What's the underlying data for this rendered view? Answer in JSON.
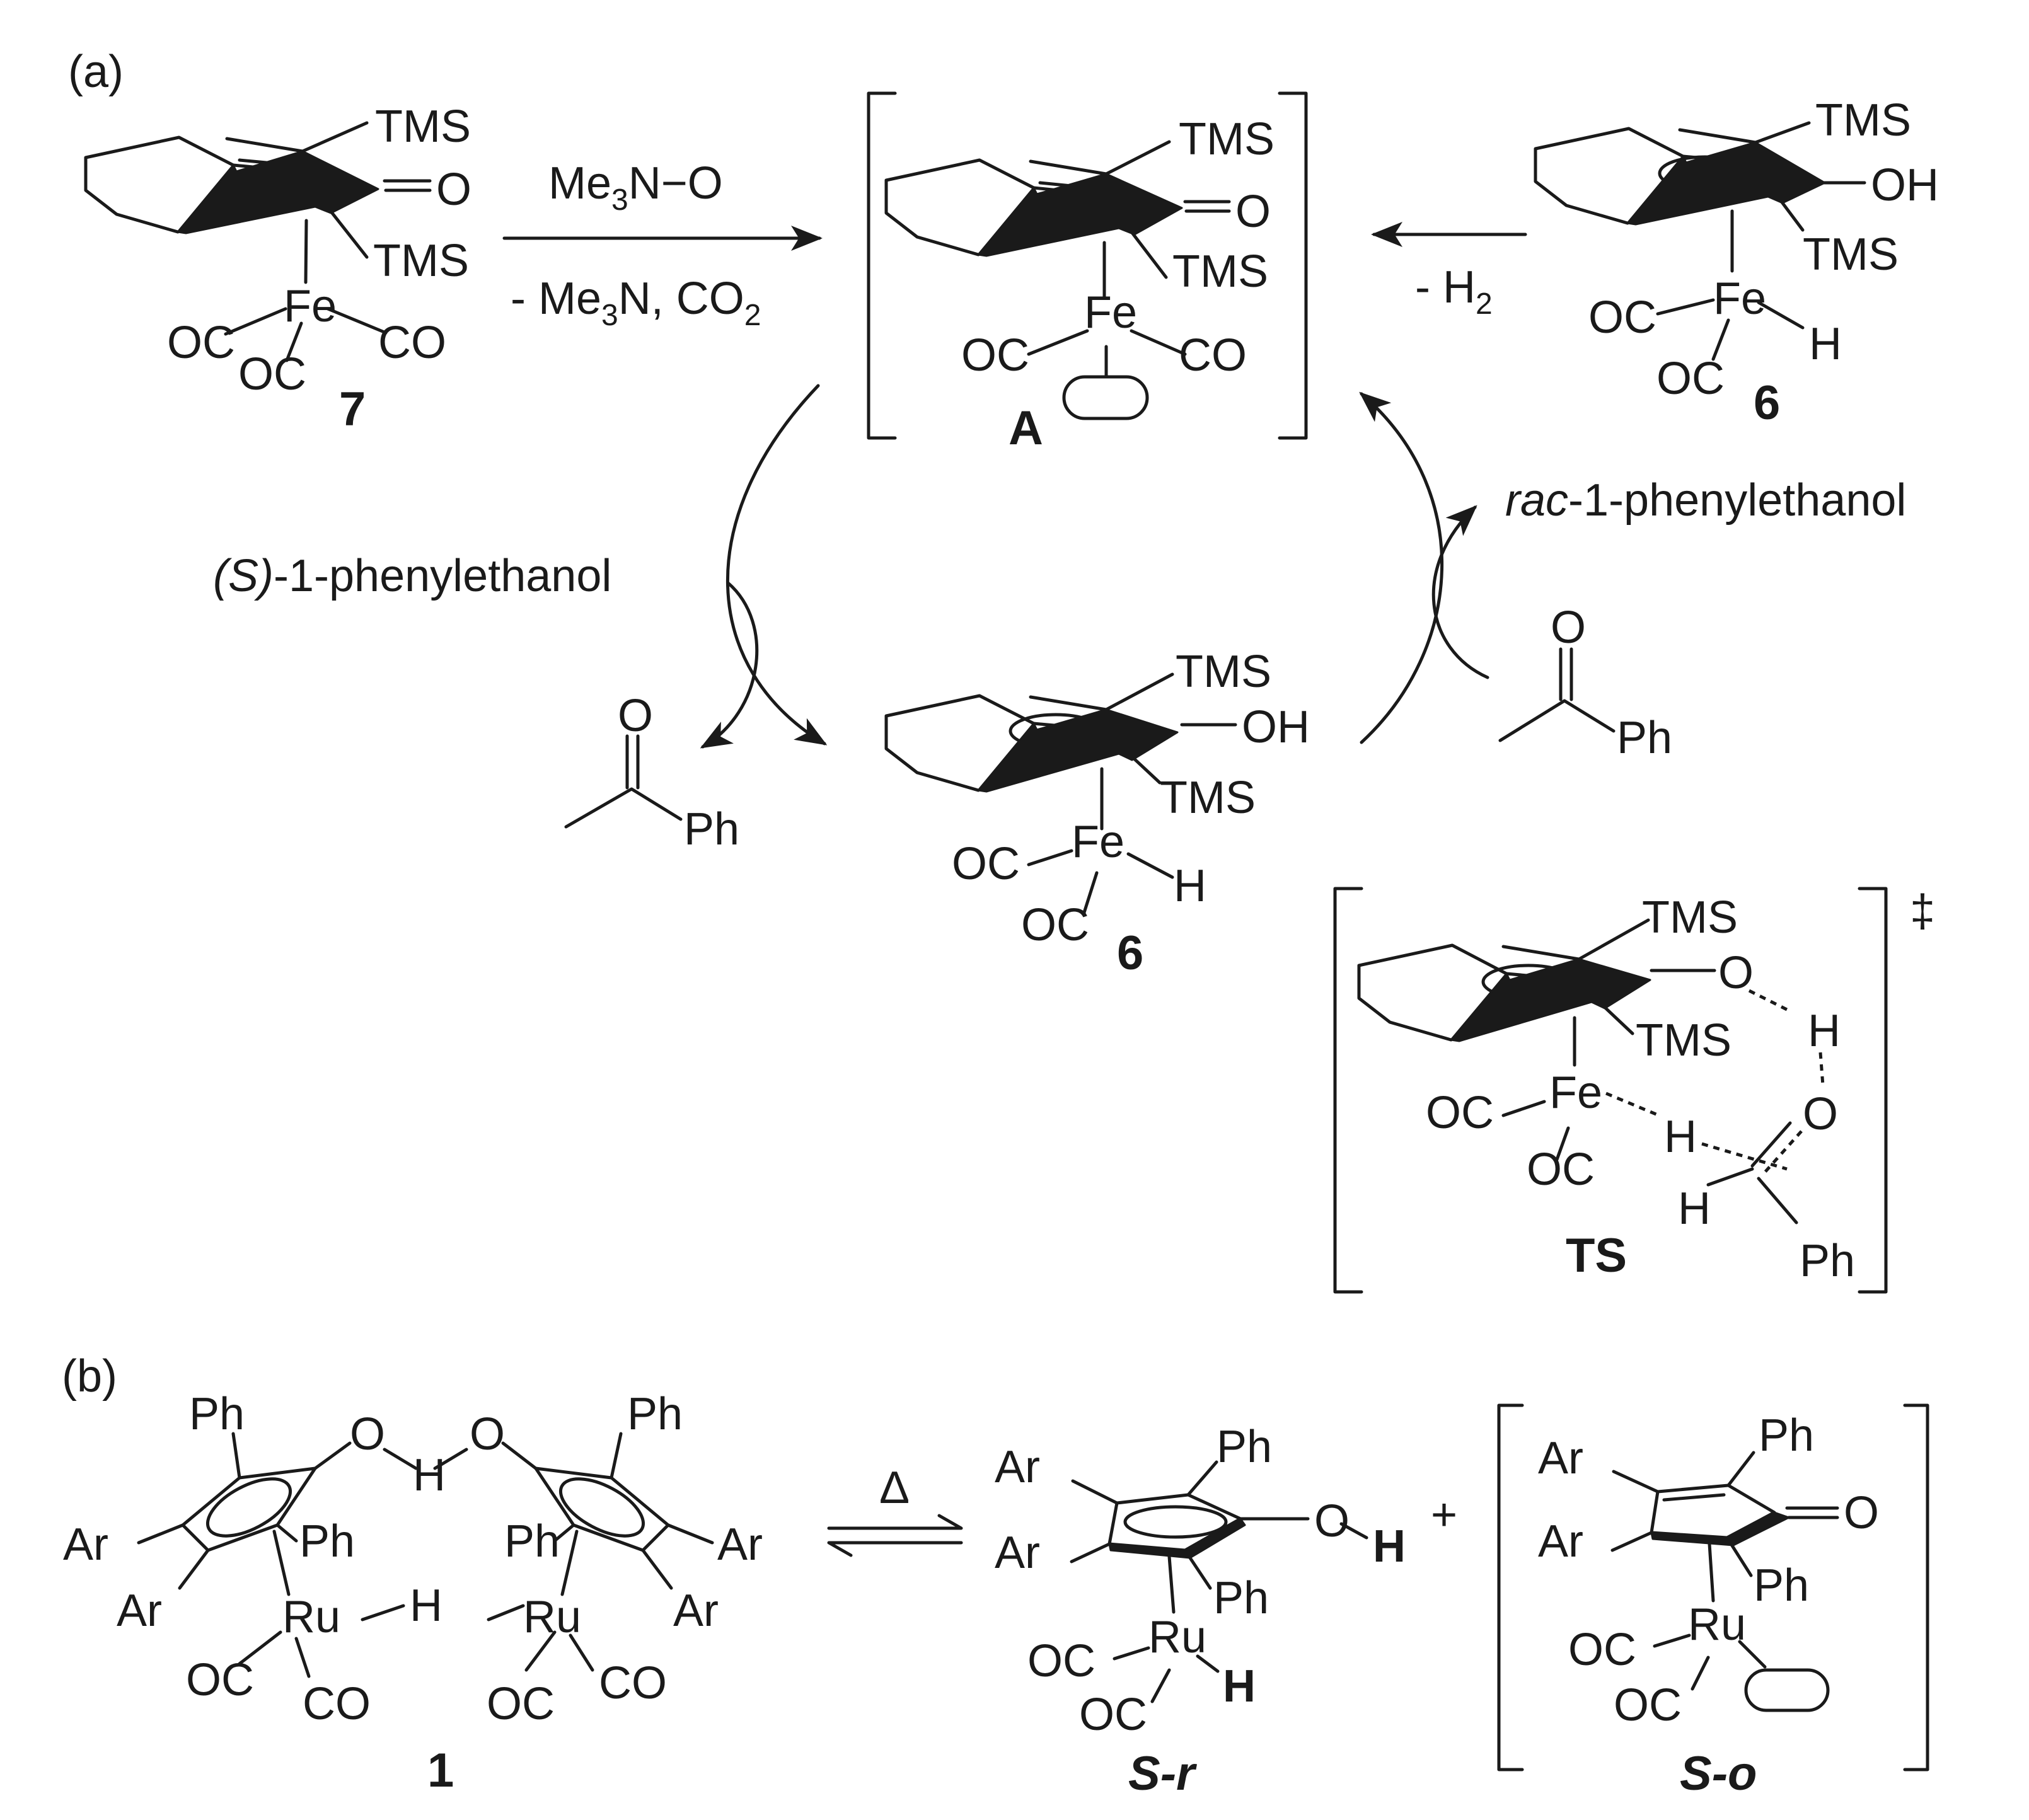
{
  "panels": {
    "a_label": "(a)",
    "b_label": "(b)"
  },
  "groups": {
    "tms": "TMS",
    "oh": "OH",
    "o": "O",
    "h": "H",
    "fe": "Fe",
    "ru": "Ru",
    "oc": "OC",
    "co": "CO",
    "ph": "Ph",
    "ar": "Ar"
  },
  "compounds": {
    "c7": "7",
    "cA": "A",
    "c6": "6",
    "cTS": "TS",
    "c1": "1",
    "cSr": "S-r",
    "cSo": "S-o",
    "ts_mark": "‡"
  },
  "reagents": {
    "oxidant_pre": "Me",
    "oxidant_sub": "3",
    "oxidant_post": "N−O",
    "byprod_pre": "- Me",
    "byprod_sub1": "3",
    "byprod_mid": "N, CO",
    "byprod_sub2": "2",
    "h2_pre": "- H",
    "h2_sub": "2",
    "s_alcohol_italic": "(S)",
    "s_alcohol_rest": "-1-phenylethanol",
    "rac_italic": "rac",
    "rac_rest": "-1-phenylethanol",
    "heat": "Δ",
    "plus": "+"
  },
  "colors": {
    "ink": "#1a1a1a",
    "background": "#ffffff"
  }
}
